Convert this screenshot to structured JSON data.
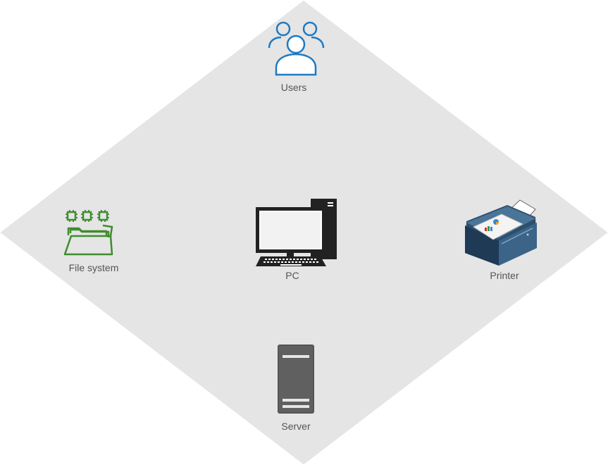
{
  "diagram": {
    "nodes": {
      "users": {
        "label": "Users",
        "icon": "users-icon",
        "color": "#1f7ac2"
      },
      "file_system": {
        "label": "File system",
        "icon": "folder-chips-icon",
        "color": "#3f8c2e"
      },
      "pc": {
        "label": "PC",
        "icon": "desktop-pc-icon",
        "color": "#222222"
      },
      "printer": {
        "label": "Printer",
        "icon": "printer-icon",
        "color": "#2d4f6e"
      },
      "server": {
        "label": "Server",
        "icon": "server-tower-icon",
        "color": "#555555"
      }
    },
    "background": {
      "shape": "diamond",
      "fill": "#e5e5e5"
    }
  }
}
